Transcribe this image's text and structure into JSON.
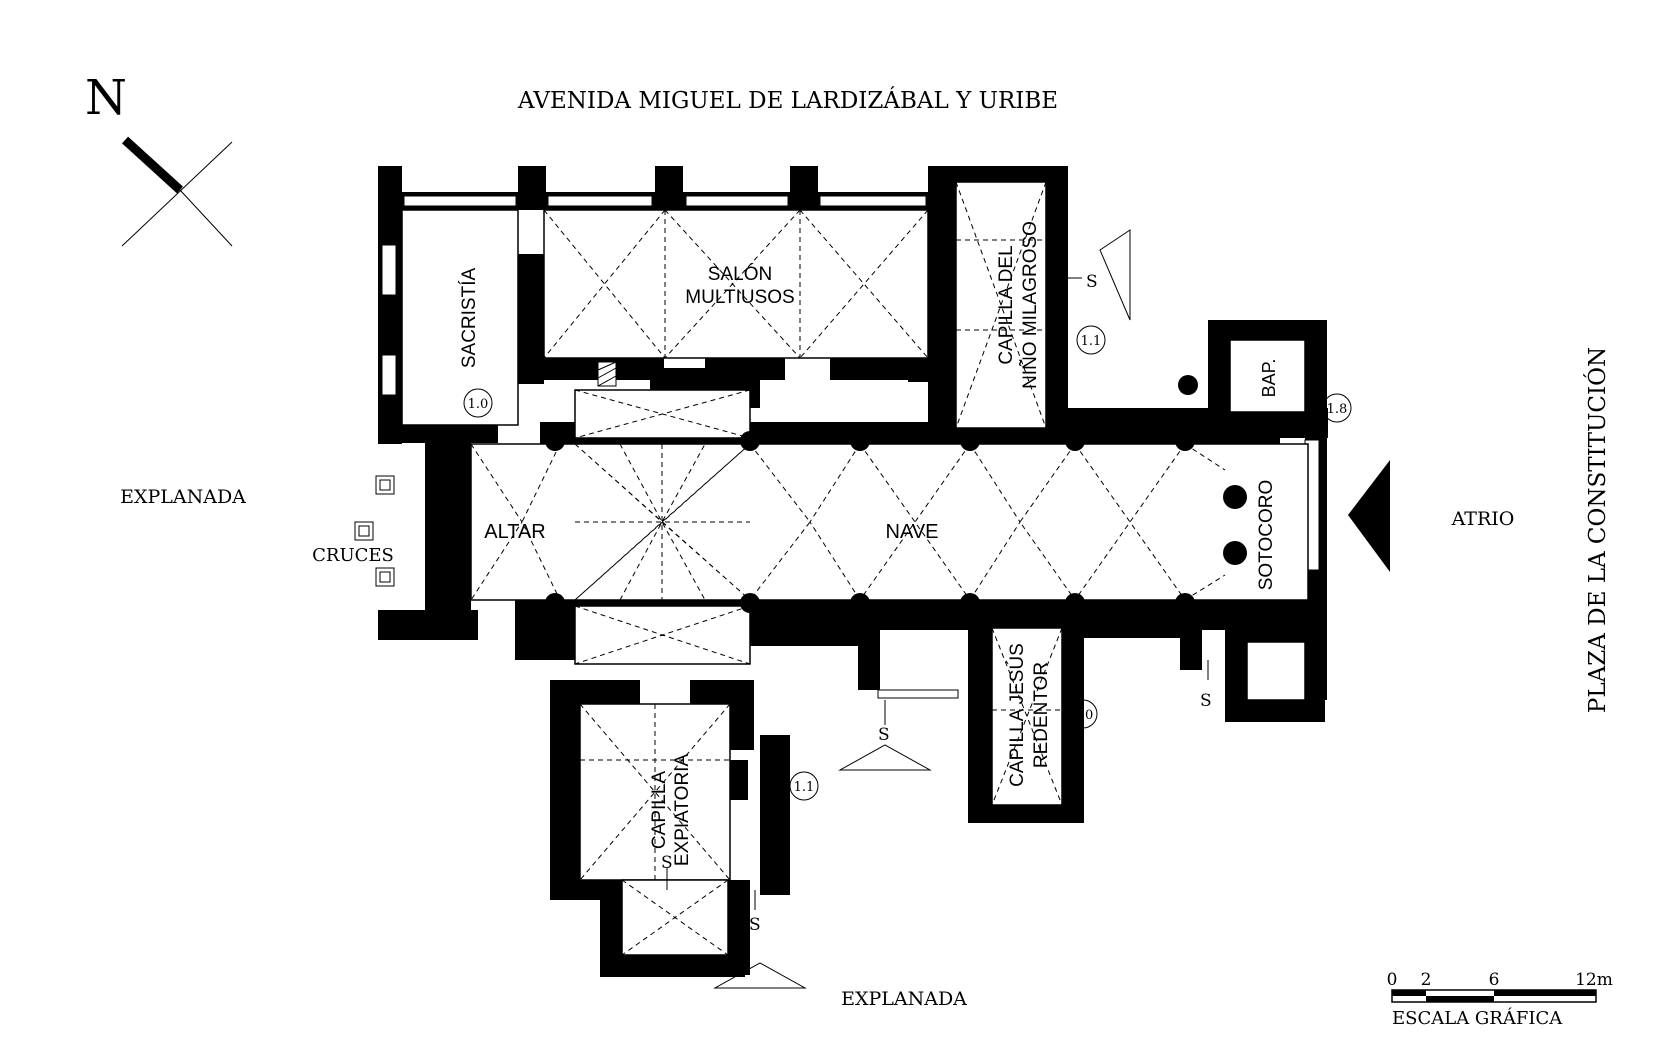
{
  "north": {
    "letter": "N"
  },
  "streets": {
    "top": "AVENIDA MIGUEL DE LARDIZÁBAL Y URIBE",
    "right": "PLAZA DE LA CONSTITUCIÓN",
    "left": "EXPLANADA",
    "bottom": "EXPLANADA",
    "atrio": "ATRIO",
    "cruces": "CRUCES"
  },
  "rooms": {
    "sacristia": "SACRISTÍA",
    "salon_line1": "SALÓN",
    "salon_line2": "MULTIUSOS",
    "altar": "ALTAR",
    "nave": "NAVE",
    "sotocoro": "SOTOCORO",
    "bap": "BAP.",
    "nino_line1": "CAPILLA DEL",
    "nino_line2": "NIÑO MILAGROSO",
    "jesus_line1": "CAPILLA JESÚS",
    "jesus_line2": "REDENTOR",
    "expiatoria_line1": "CAPILLA",
    "expiatoria_line2": "EXPIATORIA"
  },
  "level_marks": {
    "sacristia": "1.0",
    "nino": "1.1",
    "bap": "1.8",
    "jesus": "1.0",
    "expiatoria": "1.1"
  },
  "stair_mark": "S",
  "scale": {
    "ticks": [
      "0",
      "2",
      "6",
      "12m"
    ],
    "title": "ESCALA GRÁFICA"
  }
}
